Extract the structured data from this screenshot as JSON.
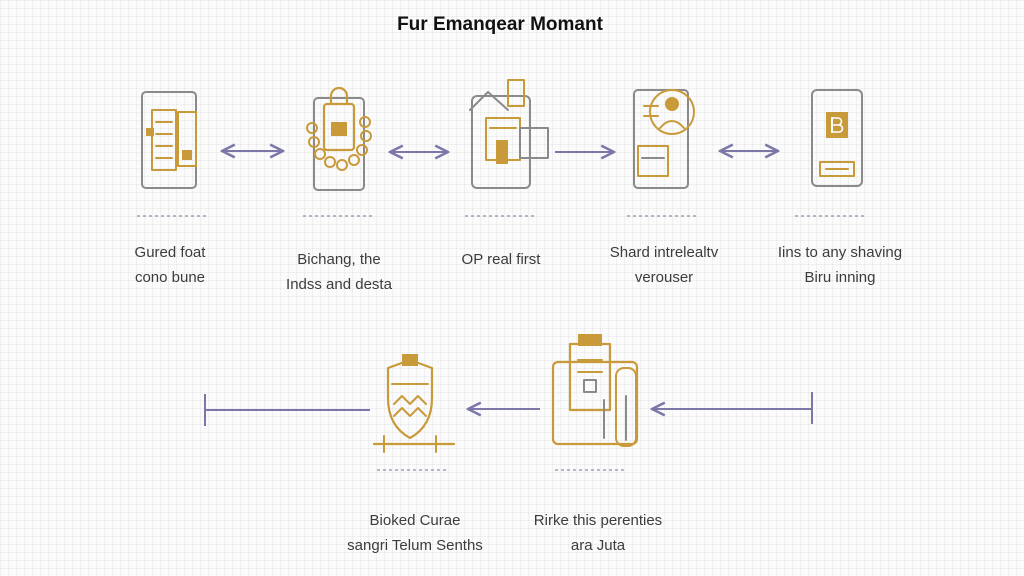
{
  "title": "Fur Emanqear Momant",
  "colors": {
    "accent": "#c99a3a",
    "outline": "#8a8a8a",
    "arrow": "#7b78a8"
  },
  "steps": [
    {
      "icon": "document-stack-icon",
      "lines": [
        "Gured foat",
        "cono bune"
      ]
    },
    {
      "icon": "padlock-chain-icon",
      "lines": [
        "Bichang, the",
        "Indss and desta"
      ]
    },
    {
      "icon": "house-device-icon",
      "lines": [
        "OP real first",
        ""
      ]
    },
    {
      "icon": "shared-user-device-icon",
      "lines": [
        "Shard intrelealtv",
        "verouser"
      ]
    },
    {
      "icon": "bitcoin-phone-icon",
      "lines": [
        "Iins to any shaving",
        "Biru inning"
      ]
    },
    {
      "icon": "server-box-icon",
      "lines": [
        "Rirke this perenties",
        "ara Juta"
      ]
    },
    {
      "icon": "shield-handshake-icon",
      "lines": [
        "Bioked Curae",
        "sangri Telum Senths"
      ]
    }
  ]
}
